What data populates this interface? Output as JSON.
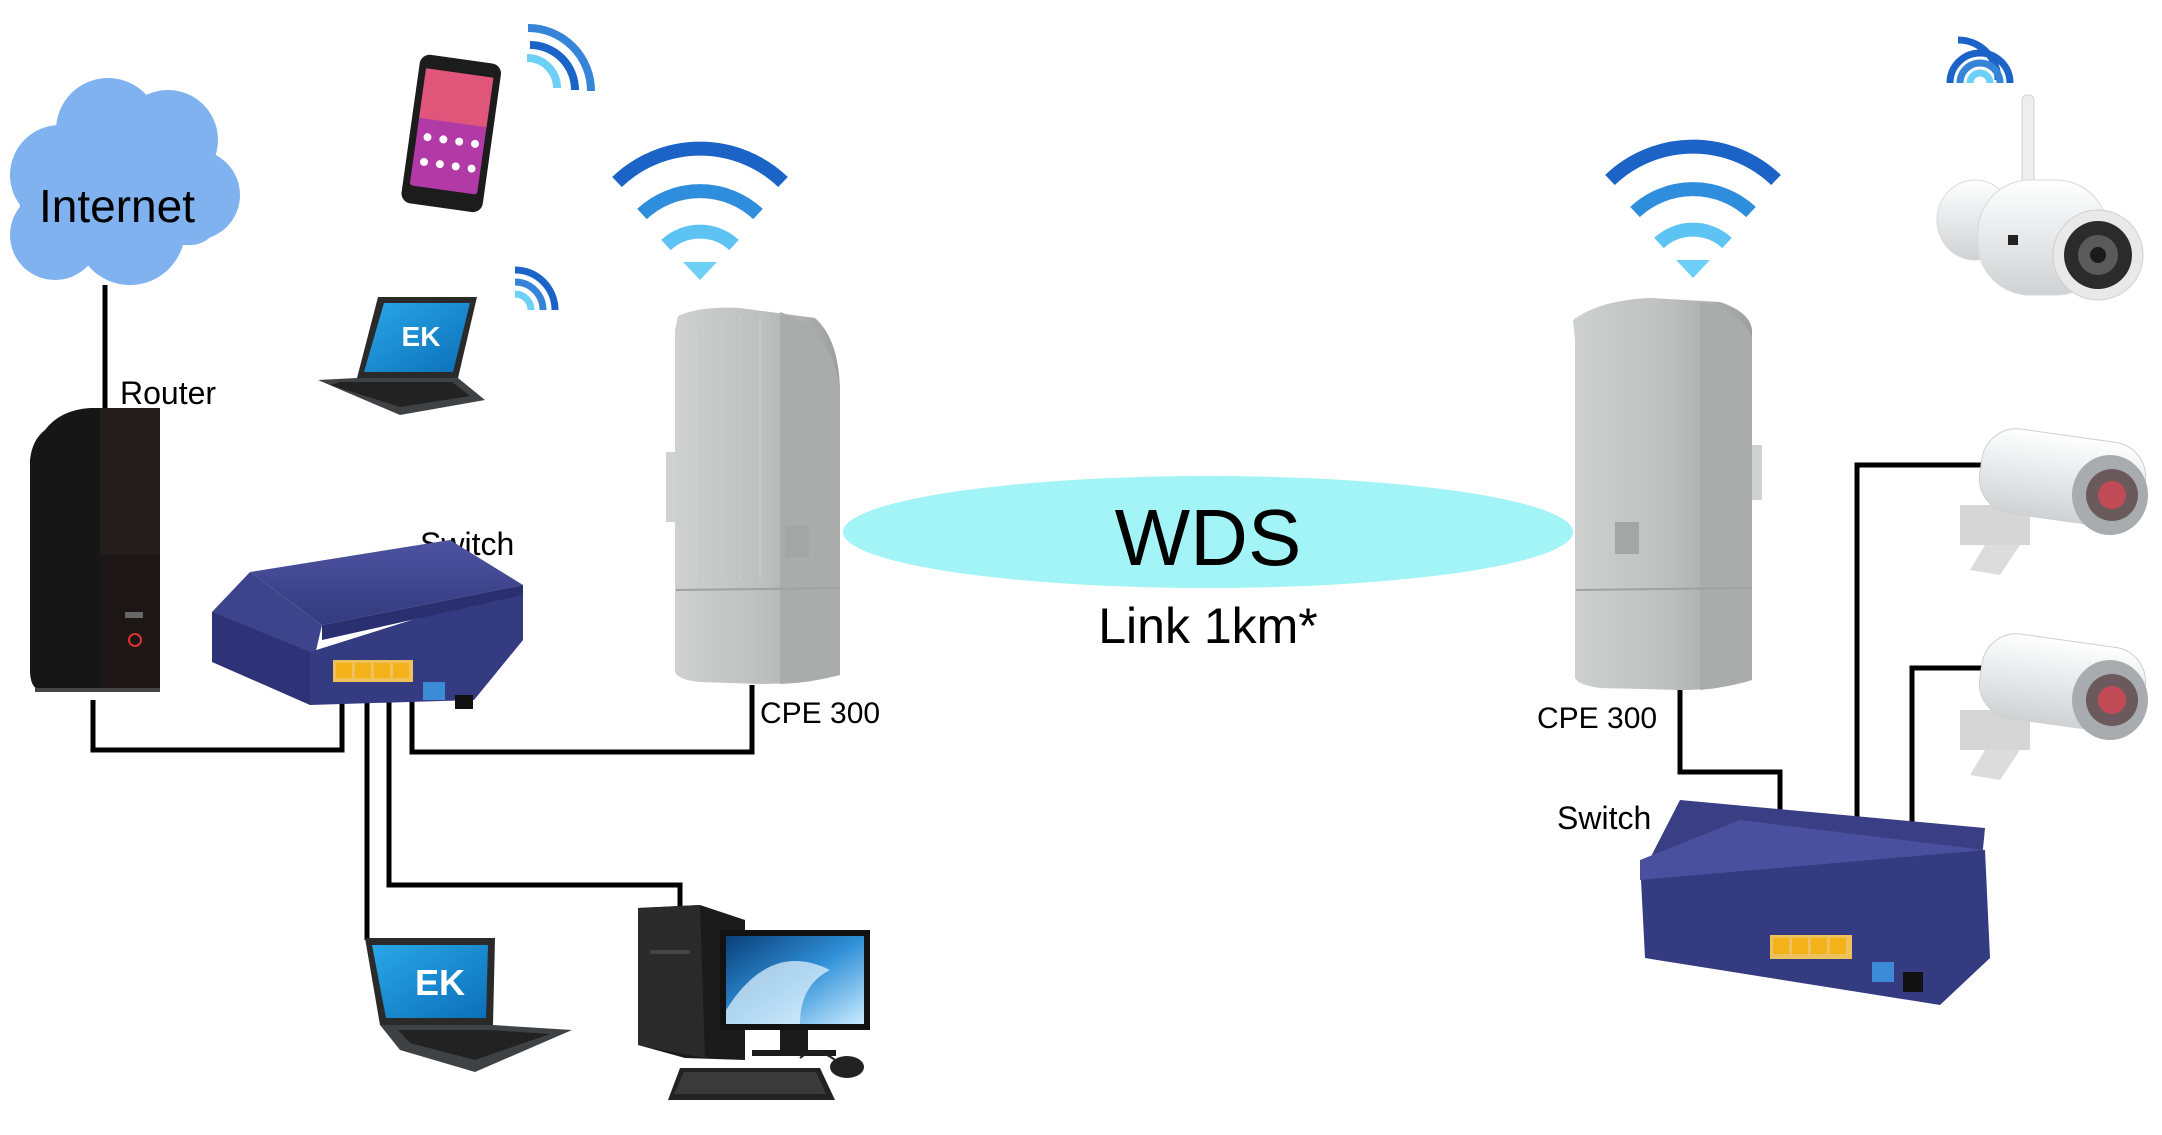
{
  "labels": {
    "internet": "Internet",
    "router": "Router",
    "switch_left": "Switch",
    "switch_right": "Switch",
    "cpe_left": "CPE 300",
    "cpe_right": "CPE 300",
    "wds": "WDS",
    "link": "Link 1km*",
    "laptop_brand_top": "EK",
    "laptop_brand_bottom": "EK"
  },
  "colors": {
    "cloud": "#7fb2ee",
    "wifi_dark": "#1b63c7",
    "wifi_light": "#6fd0f7",
    "wds_ellipse": "#a2f4f7",
    "switch_body": "#3a3f85",
    "cpe_body": "#b8bbba",
    "cable": "#000000",
    "ports": "#f3b21a"
  },
  "icons": [
    "cloud-icon",
    "router-icon",
    "smartphone-icon",
    "laptop-icon",
    "switch-icon",
    "cpe-antenna-icon",
    "wifi-icon",
    "desktop-computer-icon",
    "ip-camera-icon",
    "bullet-camera-icon"
  ]
}
